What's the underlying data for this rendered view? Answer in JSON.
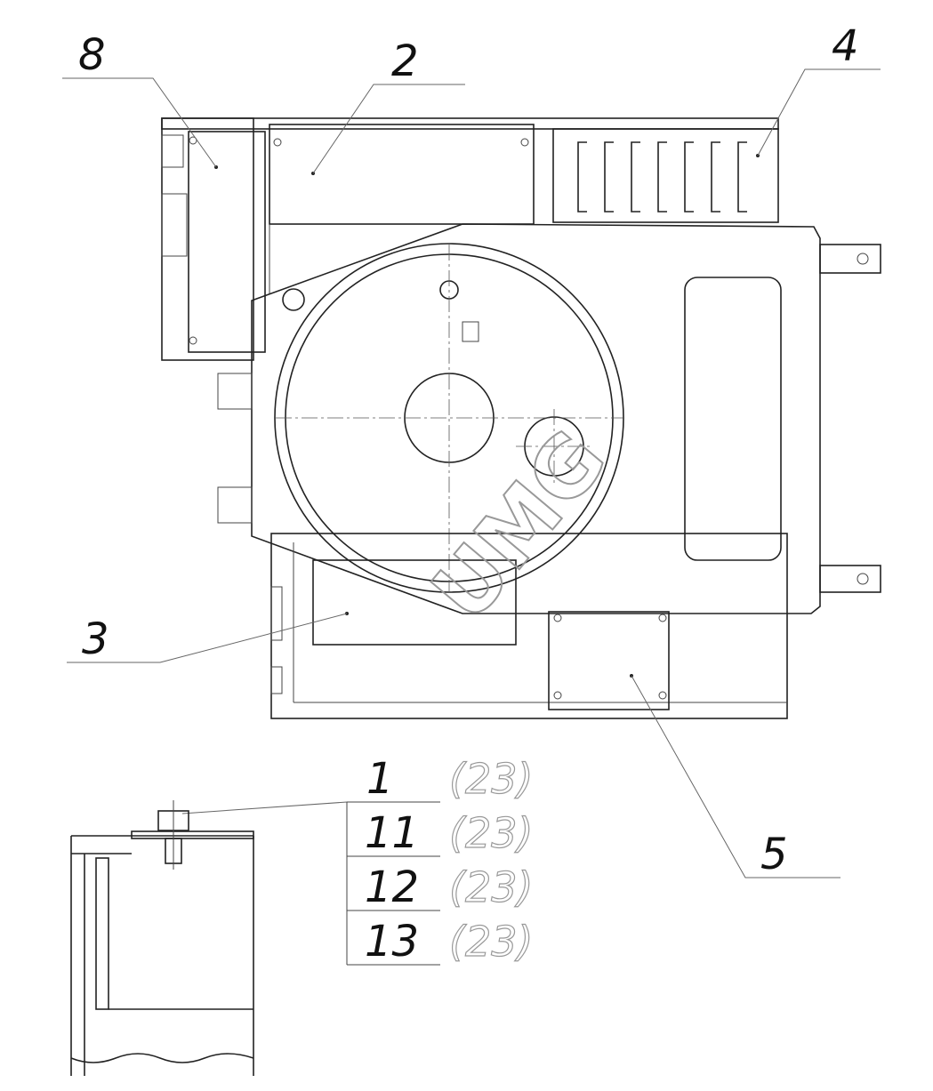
{
  "drawing": {
    "callouts": {
      "part_8": "8",
      "part_2": "2",
      "part_4": "4",
      "part_3": "3",
      "part_5": "5"
    },
    "fastener_table": [
      {
        "item": "1",
        "qty": "(23)"
      },
      {
        "item": "11",
        "qty": "(23)"
      },
      {
        "item": "12",
        "qty": "(23)"
      },
      {
        "item": "13",
        "qty": "(23)"
      }
    ],
    "watermark": "UMG"
  }
}
